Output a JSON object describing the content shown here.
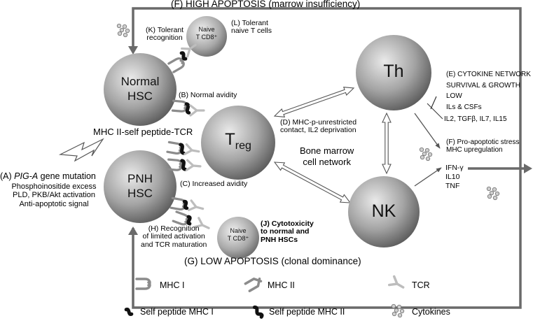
{
  "banners": {
    "high_apoptosis": "(F) HIGH APOPTOSIS (marrow insufficiency)",
    "low_apoptosis": "(G) LOW APOPTOSIS (clonal dominance)"
  },
  "cells": {
    "normal_hsc": [
      "Normal",
      "HSC"
    ],
    "pnh_hsc": [
      "PNH",
      "HSC"
    ],
    "treg": {
      "main": "T",
      "sub": "reg"
    },
    "th": "Th",
    "nk": "NK",
    "naive_top": [
      "Naive",
      "T CD8⁺"
    ],
    "naive_bottom": [
      "Naive",
      "T CD8⁺"
    ]
  },
  "labels": {
    "k": [
      "(K) Tolerant",
      "recognition"
    ],
    "l": [
      "(L) Tolerant",
      "naive T cells"
    ],
    "b": "(B) Normal avidity",
    "c": "(C) Increased avidity",
    "mhc_ii_tcr": "MHC II-self peptide-TCR",
    "a": [
      "(A) ",
      "PIG-A",
      " gene mutation"
    ],
    "a_lines": [
      "Phosphoinositide excess",
      "PLD, PKB/Akt activation",
      "Anti-apoptotic signal"
    ],
    "h": [
      "(H) Recognition",
      "of limited activation",
      "and TCR maturation"
    ],
    "j": [
      "(J) Cytotoxicity",
      "to normal and",
      "PNH HSCs"
    ],
    "d": [
      "(D) MHC-p-unrestricted",
      "contact, IL2 deprivation"
    ],
    "bm_network": [
      "Bone marrow",
      "cell network"
    ],
    "e": [
      "(E) CYTOKINE NETWORK",
      "SURVIVAL & GROWTH",
      "LOW",
      "ILs & CSFs"
    ],
    "e_cytokines": "IL2, TGFβ, IL7, IL15",
    "f": [
      "(F) Pro-apoptotic stress",
      "MHC upregulation"
    ],
    "cytokine_out": [
      "IFN-γ",
      "IL10",
      "TNF"
    ]
  },
  "legend": {
    "mhc1": "MHC I",
    "mhc2": "MHC II",
    "tcr": "TCR",
    "self_p_mhc1": "Self peptide MHC I",
    "self_p_mhc2": "Self peptide MHC II",
    "cytokines": "Cytokines"
  },
  "colors": {
    "frame": "#666666",
    "cell_dark": "#5a5a5a",
    "cell_light": "#e4e4e4",
    "arrow": "#555555",
    "receptor": "#8c8c8c",
    "peptide": "#111111"
  }
}
